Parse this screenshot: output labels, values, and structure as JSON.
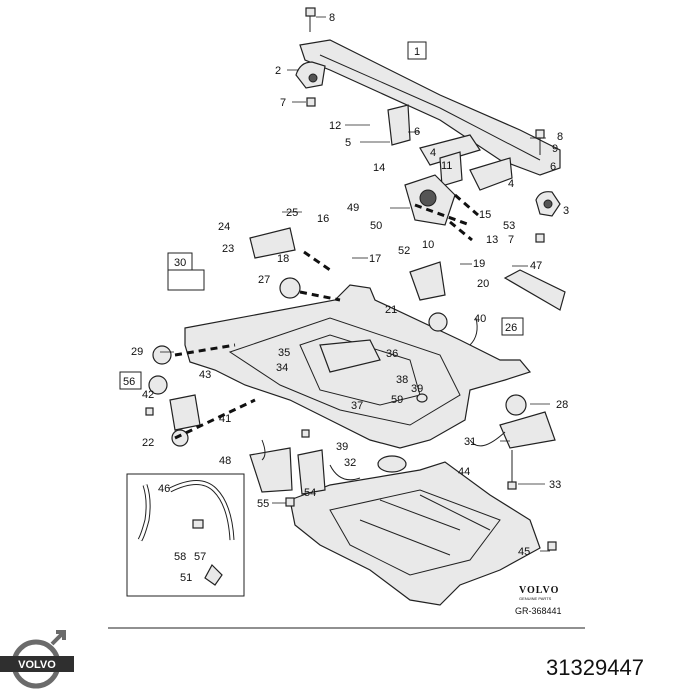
{
  "callouts": [
    "8",
    "2",
    "7",
    "1",
    "12",
    "6",
    "5",
    "4",
    "11",
    "14",
    "8",
    "9",
    "6",
    "4",
    "3",
    "49",
    "50",
    "15",
    "53",
    "13",
    "7",
    "10",
    "25",
    "16",
    "24",
    "23",
    "17",
    "18",
    "52",
    "19",
    "47",
    "30",
    "27",
    "20",
    "21",
    "40",
    "26",
    "29",
    "35",
    "36",
    "34",
    "38",
    "56",
    "43",
    "39",
    "37",
    "42",
    "59",
    "28",
    "41",
    "22",
    "39",
    "31",
    "48",
    "32",
    "44",
    "33",
    "46",
    "54",
    "55",
    "45",
    "58",
    "57",
    "51"
  ],
  "boxed_callouts": [
    "1",
    "30",
    "26",
    "56"
  ],
  "brand_text": "VOLVO",
  "brand_subtext": "GENUINE PARTS",
  "reference_code": "GR-368441",
  "logo_text": "VOLVO",
  "part_number": "31329447"
}
